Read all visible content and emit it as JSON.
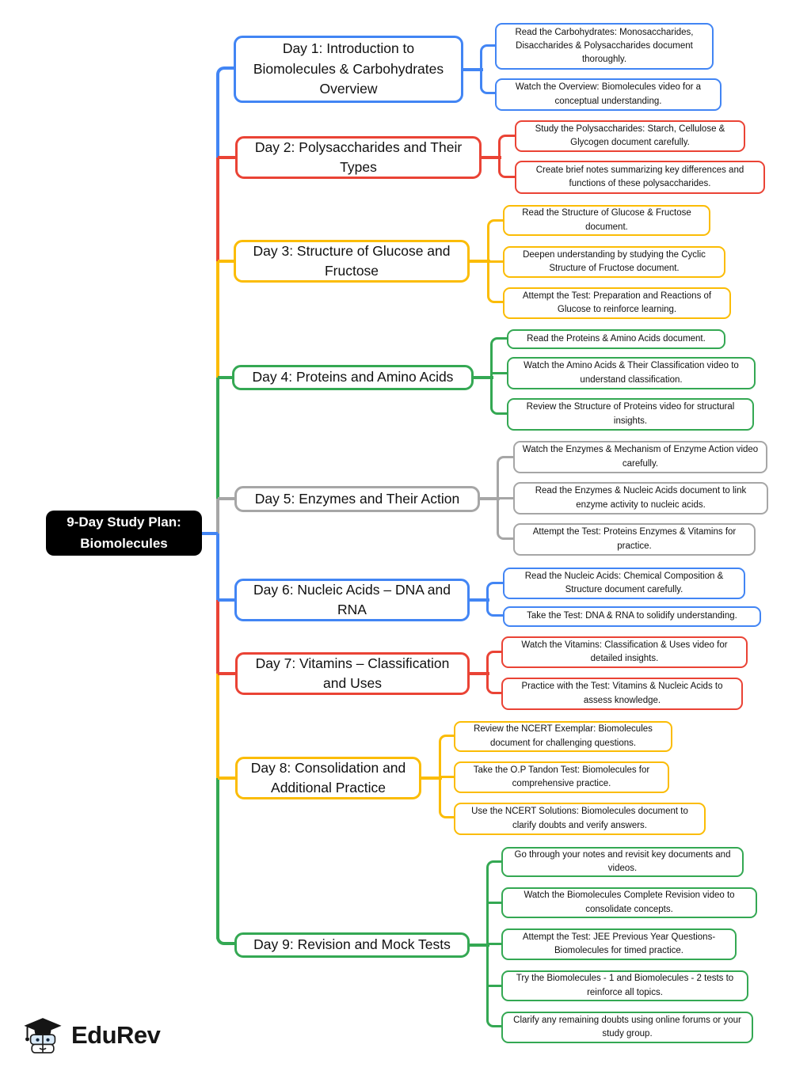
{
  "root": {
    "label": "9-Day Study Plan: Biomolecules"
  },
  "branches": [
    {
      "label": "Day 1: Introduction to Biomolecules & Carbohydrates Overview",
      "color": "#4285F4",
      "tasks": [
        "Read the Carbohydrates: Monosaccharides, Disaccharides & Polysaccharides document thoroughly.",
        "Watch the Overview: Biomolecules video for a conceptual understanding."
      ]
    },
    {
      "label": "Day 2: Polysaccharides and Their Types",
      "color": "#EA4335",
      "tasks": [
        "Study the Polysaccharides: Starch, Cellulose & Glycogen document carefully.",
        "Create brief notes summarizing key differences and functions of these polysaccharides."
      ]
    },
    {
      "label": "Day 3: Structure of Glucose and Fructose",
      "color": "#FBBC05",
      "tasks": [
        "Read the Structure of Glucose & Fructose document.",
        "Deepen understanding by studying the Cyclic Structure of Fructose document.",
        "Attempt the Test: Preparation and Reactions of Glucose to reinforce learning."
      ]
    },
    {
      "label": "Day 4: Proteins and Amino Acids",
      "color": "#34A853",
      "tasks": [
        "Read the Proteins & Amino Acids document.",
        "Watch the Amino Acids & Their Classification video to understand classification.",
        "Review the Structure of Proteins video for structural insights."
      ]
    },
    {
      "label": "Day 5: Enzymes and Their Action",
      "color": "#A6A6A6",
      "tasks": [
        "Watch the Enzymes & Mechanism of Enzyme Action video carefully.",
        "Read the Enzymes & Nucleic Acids document to link enzyme activity to nucleic acids.",
        "Attempt the Test: Proteins Enzymes & Vitamins for practice."
      ]
    },
    {
      "label": "Day 6: Nucleic Acids – DNA and RNA",
      "color": "#4285F4",
      "tasks": [
        "Read the Nucleic Acids: Chemical Composition & Structure document carefully.",
        "Take the Test: DNA & RNA to solidify understanding."
      ]
    },
    {
      "label": "Day 7: Vitamins – Classification and Uses",
      "color": "#EA4335",
      "tasks": [
        "Watch the Vitamins: Classification & Uses video for detailed insights.",
        "Practice with the Test: Vitamins & Nucleic Acids to assess knowledge."
      ]
    },
    {
      "label": "Day 8: Consolidation and Additional Practice",
      "color": "#FBBC05",
      "tasks": [
        "Review the NCERT Exemplar: Biomolecules document for challenging questions.",
        "Take the O.P Tandon Test: Biomolecules for comprehensive practice.",
        "Use the NCERT Solutions: Biomolecules document to clarify doubts and verify answers."
      ]
    },
    {
      "label": "Day 9: Revision and Mock Tests",
      "color": "#34A853",
      "tasks": [
        "Go through your notes and revisit key documents and videos.",
        "Watch the Biomolecules Complete Revision video to consolidate concepts.",
        "Attempt the Test: JEE Previous Year Questions- Biomolecules for timed practice.",
        "Try the Biomolecules - 1 and Biomolecules - 2 tests to reinforce all topics.",
        "Clarify any remaining doubts using online forums or your study group."
      ]
    }
  ],
  "logo": {
    "text": "EduRev",
    "icon": "graduation-cap-books-icon"
  },
  "colors": {
    "blue": "#4285F4",
    "red": "#EA4335",
    "yellow": "#FBBC05",
    "green": "#34A853",
    "gray": "#A6A6A6",
    "node_bg": "#FFFFFF",
    "root_bg": "#000000",
    "root_text": "#FFFFFF"
  }
}
